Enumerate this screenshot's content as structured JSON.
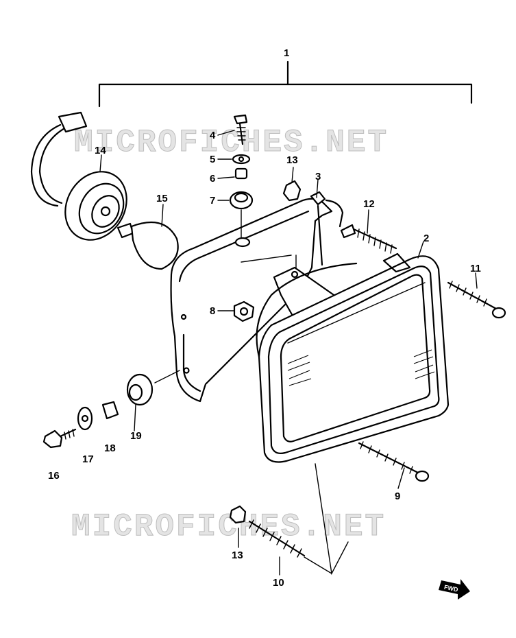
{
  "watermark": "MICROFICHES.NET",
  "labels": {
    "p1": "1",
    "p2": "2",
    "p3": "3",
    "p4": "4",
    "p5": "5",
    "p6": "6",
    "p7": "7",
    "p8": "8",
    "p9": "9",
    "p10": "10",
    "p11": "11",
    "p12": "12",
    "p13a": "13",
    "p13b": "13",
    "p14": "14",
    "p15": "15",
    "p16": "16",
    "p17": "17",
    "p18": "18",
    "p19": "19"
  },
  "fwd_label": "FWD"
}
